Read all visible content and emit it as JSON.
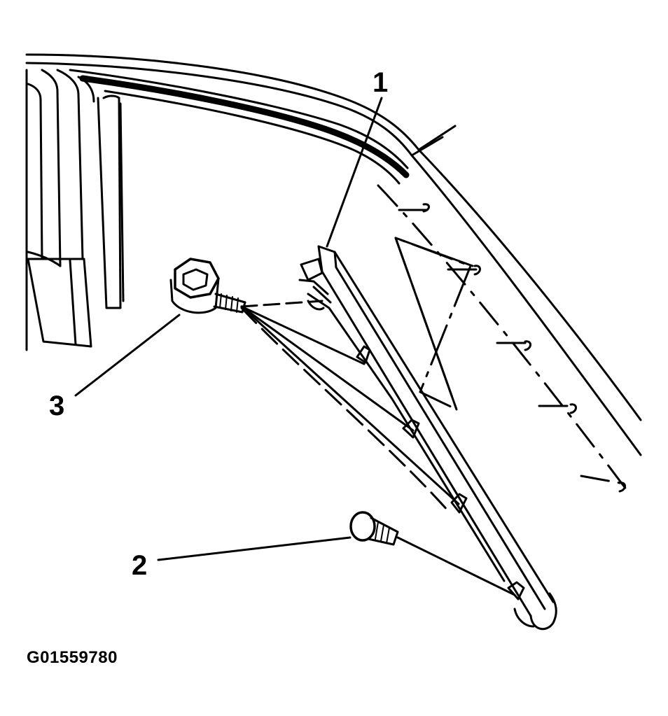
{
  "callouts": {
    "item_1": "1",
    "item_2": "2",
    "item_3": "3"
  },
  "figure_id": "G01559780",
  "icons": {
    "bolt_hex_head": "hex-head-bolt-icon",
    "screw_round_head": "round-head-screw-icon"
  },
  "colors": {
    "line": "#000000",
    "background": "#ffffff"
  }
}
